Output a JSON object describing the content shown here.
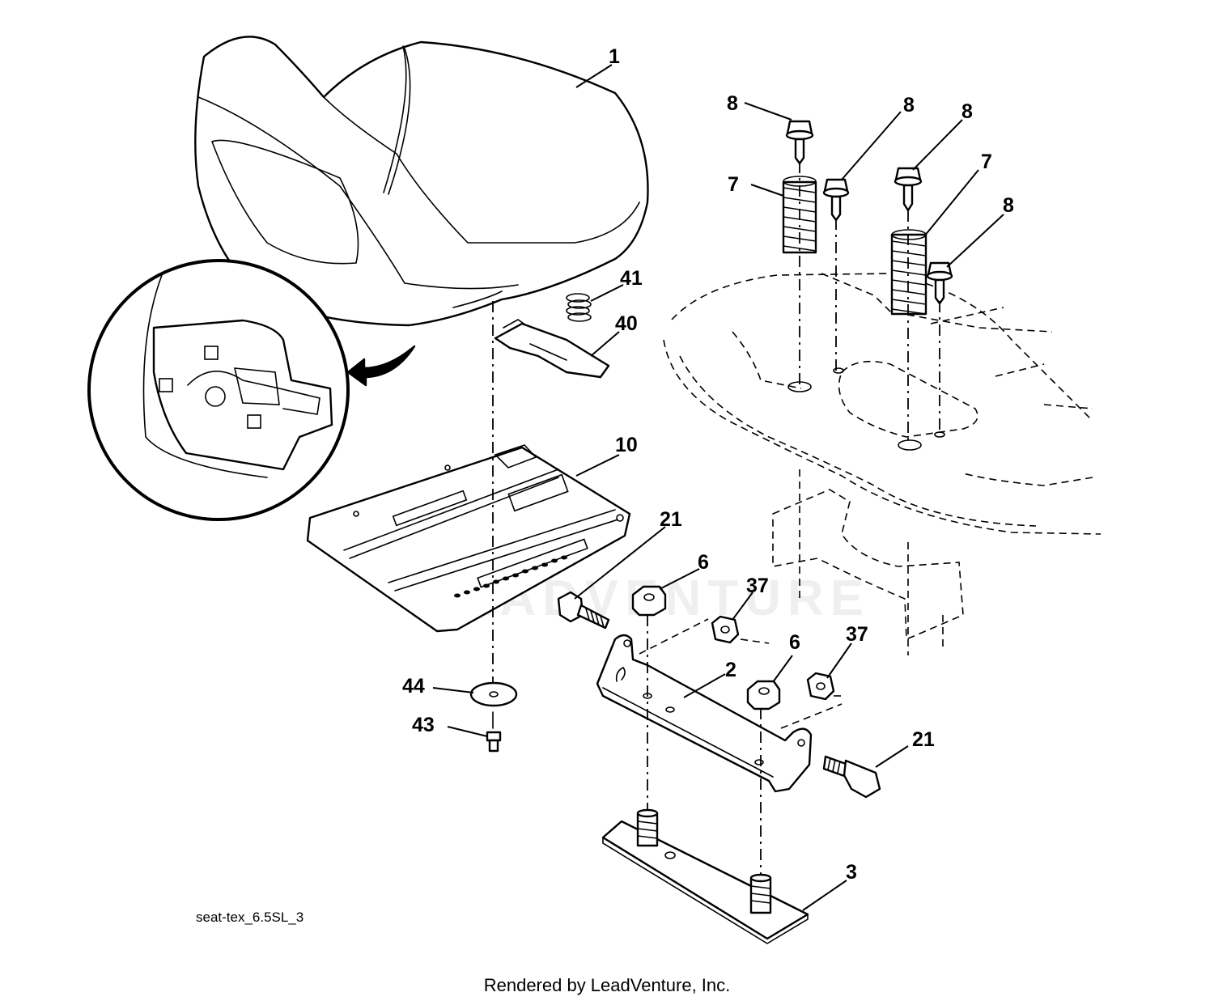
{
  "diagram": {
    "code": "seat-tex_6.5SL_3",
    "watermark": "LEADVENTURE",
    "footer": "Rendered by LeadVenture, Inc."
  },
  "callouts": {
    "seat": "1",
    "bolt_a": "8",
    "bolt_b": "8",
    "bolt_c": "8",
    "bolt_d": "8",
    "spring_left": "7",
    "spring_right": "7",
    "small_spring": "41",
    "latch_clip": "40",
    "seat_pan": "10",
    "shoulder_bolt_left": "21",
    "shoulder_bolt_right": "21",
    "nut_left": "6",
    "nut_right": "6",
    "locknut_left": "37",
    "locknut_right": "37",
    "bracket": "2",
    "base_plate": "3",
    "washer": "44",
    "screw": "43"
  },
  "icons": {
    "detail": "magnified-detail-icon",
    "arrow": "curved-arrow-icon"
  }
}
